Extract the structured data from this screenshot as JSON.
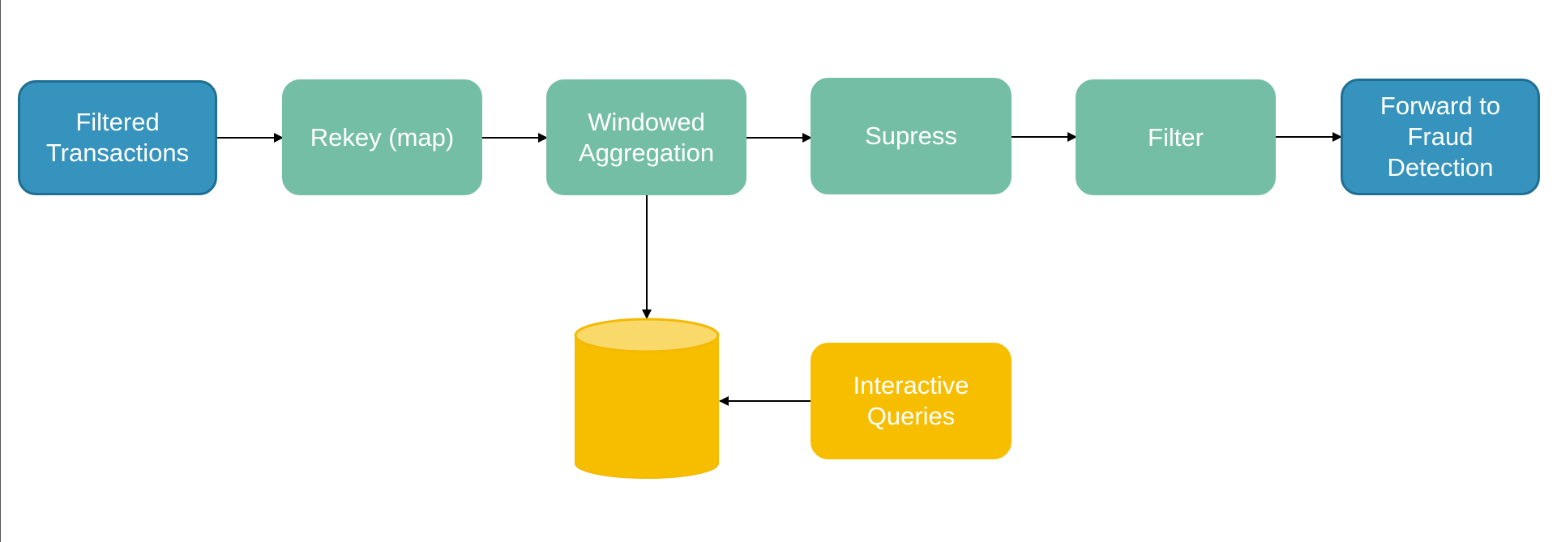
{
  "diagram": {
    "colors": {
      "source_sink": "#3693bd",
      "processor": "#75bea6",
      "state": "#f7be00",
      "arrow": "#000000"
    },
    "nodes": {
      "filtered_transactions": "Filtered\nTransactions",
      "rekey": "Rekey (map)",
      "windowed_aggregation": "Windowed\nAggregation",
      "supress": "Supress",
      "filter": "Filter",
      "forward_fraud_detection": "Forward to\nFraud\nDetection",
      "interactive_queries": "Interactive\nQueries"
    },
    "state_store_icon": "database-cylinder-icon",
    "edges": [
      {
        "from": "Filtered Transactions",
        "to": "Rekey (map)"
      },
      {
        "from": "Rekey (map)",
        "to": "Windowed Aggregation"
      },
      {
        "from": "Windowed Aggregation",
        "to": "Supress"
      },
      {
        "from": "Supress",
        "to": "Filter"
      },
      {
        "from": "Filter",
        "to": "Forward to Fraud Detection"
      },
      {
        "from": "Windowed Aggregation",
        "to": "state store"
      },
      {
        "from": "Interactive Queries",
        "to": "state store"
      }
    ]
  }
}
